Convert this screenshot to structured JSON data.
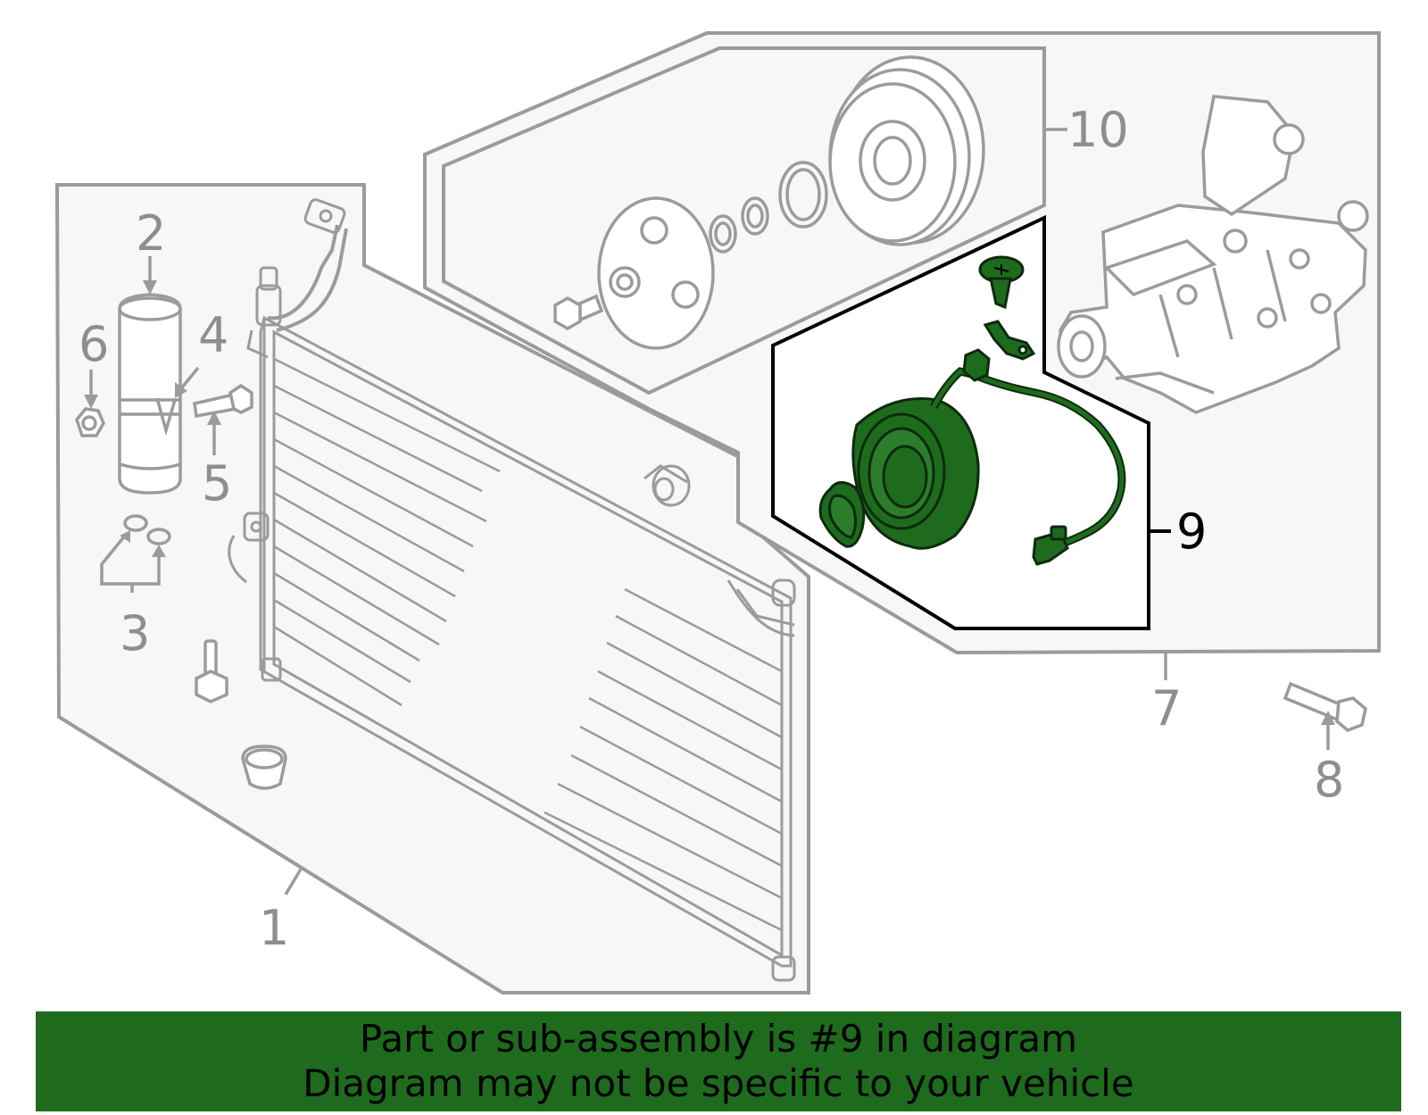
{
  "colors": {
    "outline": "#9b9b9b",
    "panel_fill": "#f7f7f7",
    "highlight_fill": "#1e6b1e",
    "highlight_stroke": "#0d2a0d",
    "banner": "#1e6b1e"
  },
  "callouts": {
    "c1": "1",
    "c2": "2",
    "c3": "3",
    "c4": "4",
    "c5": "5",
    "c6": "6",
    "c7": "7",
    "c8": "8",
    "c9": "9",
    "c10": "10"
  },
  "banner": {
    "line1": "Part or sub-assembly is #9 in diagram",
    "line2": "Diagram may not be specific to your vehicle"
  }
}
